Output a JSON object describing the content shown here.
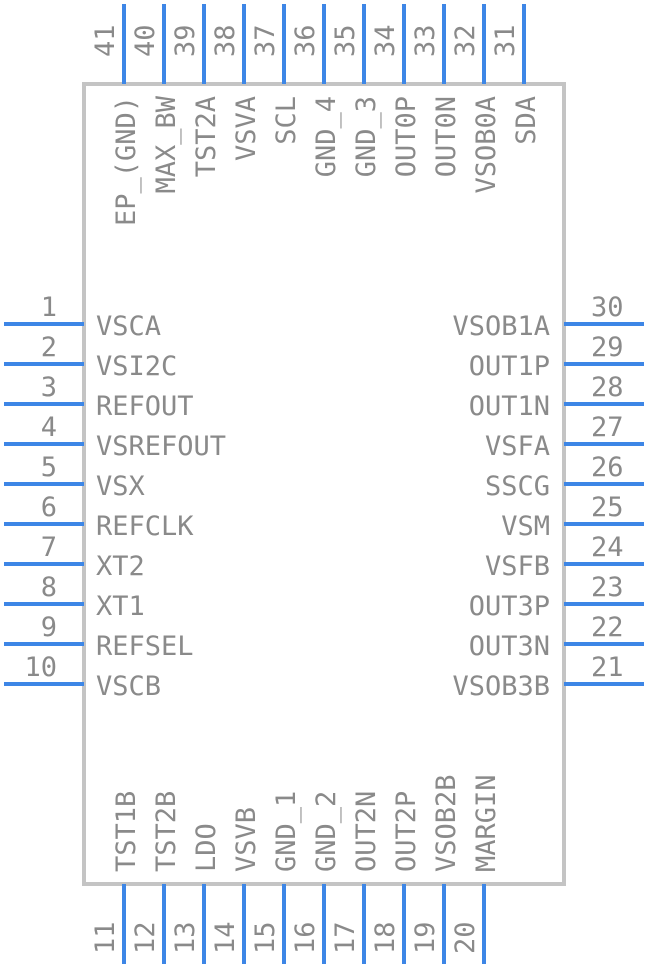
{
  "component": {
    "pins_left": [
      {
        "num": "1",
        "label": "VSCA"
      },
      {
        "num": "2",
        "label": "VSI2C"
      },
      {
        "num": "3",
        "label": "REFOUT"
      },
      {
        "num": "4",
        "label": "VSREFOUT"
      },
      {
        "num": "5",
        "label": "VSX"
      },
      {
        "num": "6",
        "label": "REFCLK"
      },
      {
        "num": "7",
        "label": "XT2"
      },
      {
        "num": "8",
        "label": "XT1"
      },
      {
        "num": "9",
        "label": "REFSEL"
      },
      {
        "num": "10",
        "label": "VSCB"
      }
    ],
    "pins_right": [
      {
        "num": "30",
        "label": "VSOB1A"
      },
      {
        "num": "29",
        "label": "OUT1P"
      },
      {
        "num": "28",
        "label": "OUT1N"
      },
      {
        "num": "27",
        "label": "VSFA"
      },
      {
        "num": "26",
        "label": "SSCG"
      },
      {
        "num": "25",
        "label": "VSM"
      },
      {
        "num": "24",
        "label": "VSFB"
      },
      {
        "num": "23",
        "label": "OUT3P"
      },
      {
        "num": "22",
        "label": "OUT3N"
      },
      {
        "num": "21",
        "label": "VSOB3B"
      }
    ],
    "pins_bottom": [
      {
        "num": "11",
        "label": "TST1B"
      },
      {
        "num": "12",
        "label": "TST2B"
      },
      {
        "num": "13",
        "label": "LDO"
      },
      {
        "num": "14",
        "label": "VSVB"
      },
      {
        "num": "15",
        "label": "GND_1"
      },
      {
        "num": "16",
        "label": "GND_2"
      },
      {
        "num": "17",
        "label": "OUT2N"
      },
      {
        "num": "18",
        "label": "OUT2P"
      },
      {
        "num": "19",
        "label": "VSOB2B"
      },
      {
        "num": "20",
        "label": "MARGIN"
      }
    ],
    "pins_top": [
      {
        "num": "41",
        "label": "EP_(GND)"
      },
      {
        "num": "40",
        "label": "MAX_BW"
      },
      {
        "num": "39",
        "label": "TST2A"
      },
      {
        "num": "38",
        "label": "VSVA"
      },
      {
        "num": "37",
        "label": "SCL"
      },
      {
        "num": "36",
        "label": "GND_4"
      },
      {
        "num": "35",
        "label": "GND_3"
      },
      {
        "num": "34",
        "label": "OUT0P"
      },
      {
        "num": "33",
        "label": "OUT0N"
      },
      {
        "num": "32",
        "label": "VSOB0A"
      },
      {
        "num": "31",
        "label": "SDA"
      }
    ],
    "colors": {
      "pin": "#3d86e6",
      "body": "#c4c4c4",
      "text": "#8a8a8a"
    }
  }
}
